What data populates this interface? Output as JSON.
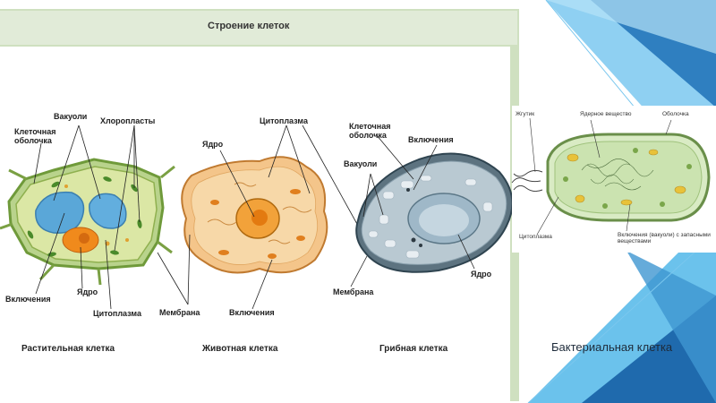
{
  "title": "Строение клеток",
  "plant": {
    "caption": "Растительная клетка",
    "labels": {
      "vacuoles": "Вакуоли",
      "chloroplasts": "Хлоропласты",
      "cell_wall": "Клеточная\nоболочка",
      "inclusions": "Включения",
      "nucleus": "Ядро",
      "cytoplasm": "Цитоплазма"
    }
  },
  "animal": {
    "caption": "Животная клетка",
    "labels": {
      "cytoplasm": "Цитоплазма",
      "nucleus": "Ядро",
      "membrane": "Мембрана",
      "inclusions": "Включения"
    }
  },
  "fungal": {
    "caption": "Грибная клетка",
    "labels": {
      "cell_wall": "Клеточная\nоболочка",
      "inclusions": "Включения",
      "vacuoles": "Вакуоли",
      "nucleus": "Ядро",
      "membrane": "Мембрана"
    }
  },
  "bacterial": {
    "caption": "Бактериальная клетка",
    "labels": {
      "flagellum": "Жгутик",
      "nuclear_substance": "Ядерное вещество",
      "envelope": "Оболочка",
      "cytoplasm": "Цитоплазма",
      "inclusions": "Включения (вакуоли) с запасными\nвеществами"
    }
  },
  "colors": {
    "title_bar": "#dde8d2",
    "frame": "#c9dcb8",
    "accent_blue": "#1d5fa3",
    "accent_light": "#5fb4e6"
  }
}
